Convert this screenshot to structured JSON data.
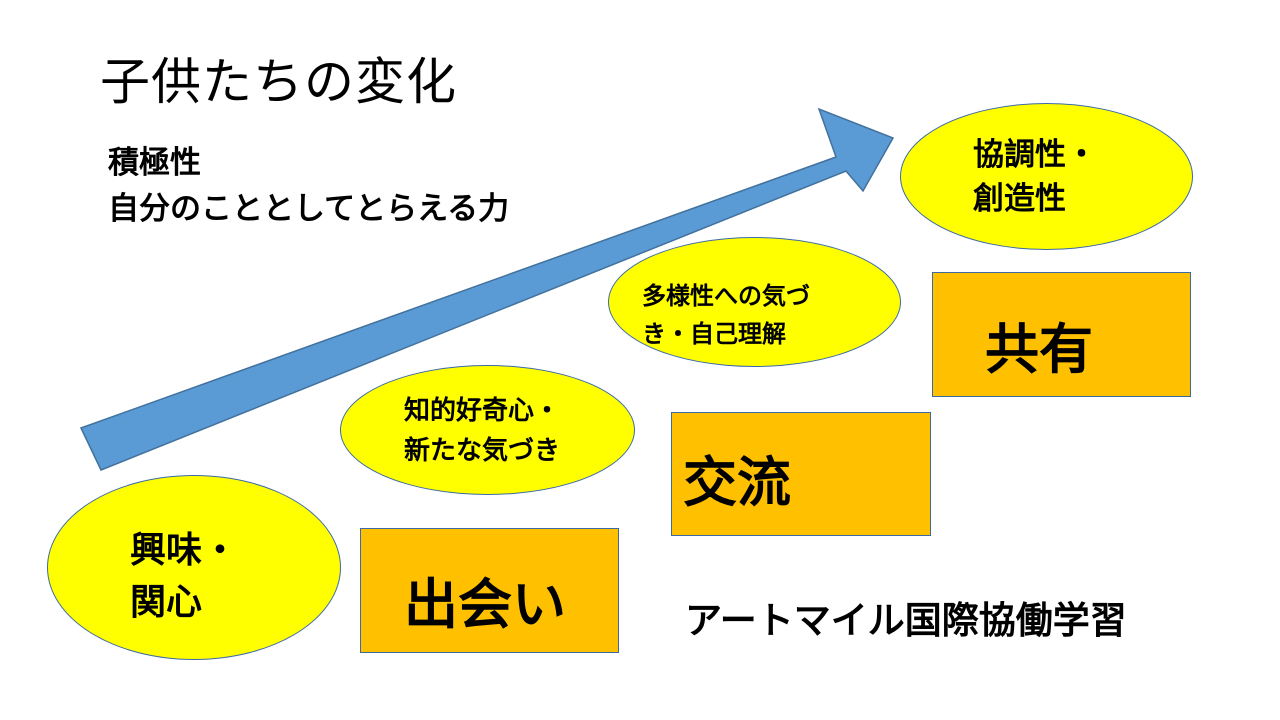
{
  "title": "子供たちの変化",
  "subtitle": {
    "line1": "積極性",
    "line2": "自分のこととしてとらえる力"
  },
  "stages": [
    {
      "box_label": "出会い",
      "ellipse_lines": [
        "興味・",
        "関心"
      ]
    },
    {
      "box_label": "交流",
      "ellipse_lines": [
        "知的好奇心・",
        "新たな気づき"
      ]
    },
    {
      "box_label": "共有",
      "ellipse_lines": [
        "多様性への気づ",
        "き・自己理解"
      ]
    }
  ],
  "top_ellipse_lines": [
    "協調性・",
    "創造性"
  ],
  "footer": "アートマイル国際協働学習",
  "colors": {
    "arrow": "#5b9bd5",
    "arrow_border": "#41719c",
    "ellipse": "#ffff00",
    "box": "#ffc000",
    "outline": "#3c6aa6"
  }
}
